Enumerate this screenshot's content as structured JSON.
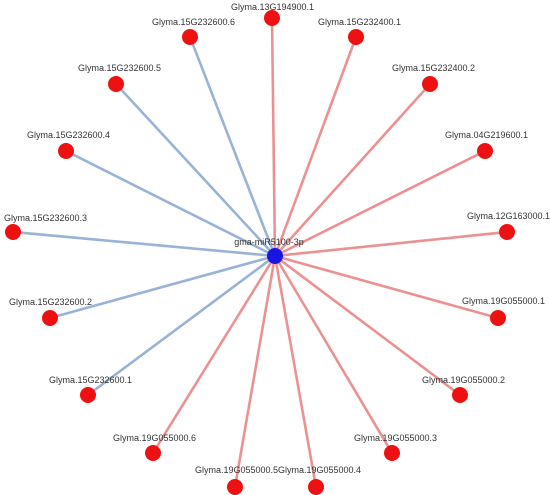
{
  "network": {
    "center": {
      "label": "gma-miR5100-3p",
      "color": "#1616e0"
    },
    "colors": {
      "node": "#ee1111",
      "edge_blue": "#93afd6",
      "edge_red": "#ec8c8c"
    },
    "targets": [
      {
        "label": "Glyma.13G194900.1",
        "edge": "red"
      },
      {
        "label": "Glyma.15G232400.1",
        "edge": "red"
      },
      {
        "label": "Glyma.15G232400.2",
        "edge": "red"
      },
      {
        "label": "Glyma.04G219600.1",
        "edge": "red"
      },
      {
        "label": "Glyma.12G163000.1",
        "edge": "red"
      },
      {
        "label": "Glyma.19G055000.1",
        "edge": "red"
      },
      {
        "label": "Glyma.19G055000.2",
        "edge": "red"
      },
      {
        "label": "Glyma.19G055000.3",
        "edge": "red"
      },
      {
        "label": "Glyma.19G055000.4",
        "edge": "red"
      },
      {
        "label": "Glyma.19G055000.5",
        "edge": "red"
      },
      {
        "label": "Glyma.19G055000.6",
        "edge": "red"
      },
      {
        "label": "Glyma.15G232600.1",
        "edge": "blue"
      },
      {
        "label": "Glyma.15G232600.2",
        "edge": "blue"
      },
      {
        "label": "Glyma.15G232600.3",
        "edge": "blue"
      },
      {
        "label": "Glyma.15G232600.4",
        "edge": "blue"
      },
      {
        "label": "Glyma.15G232600.5",
        "edge": "blue"
      },
      {
        "label": "Glyma.15G232600.6",
        "edge": "blue"
      }
    ]
  }
}
